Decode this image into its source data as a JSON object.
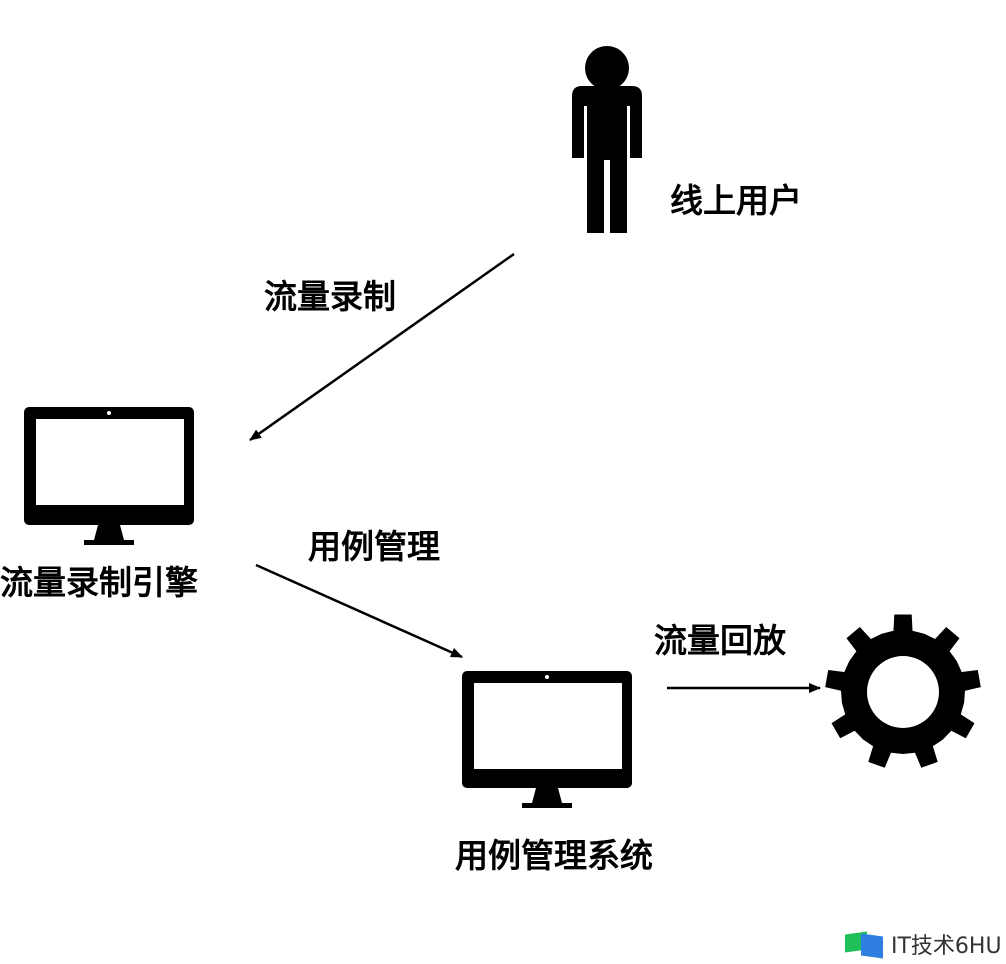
{
  "labels": {
    "online_users": "线上用户",
    "traffic_recording": "流量录制",
    "recording_engine": "流量录制引擎",
    "case_management": "用例管理",
    "case_management_system": "用例管理系统",
    "traffic_replay": "流量回放"
  },
  "watermark": {
    "text": "IT技术6HU"
  },
  "colors": {
    "ink": "#000000",
    "logo_green": "#1fbf5a",
    "logo_blue": "#2f7fe0"
  }
}
